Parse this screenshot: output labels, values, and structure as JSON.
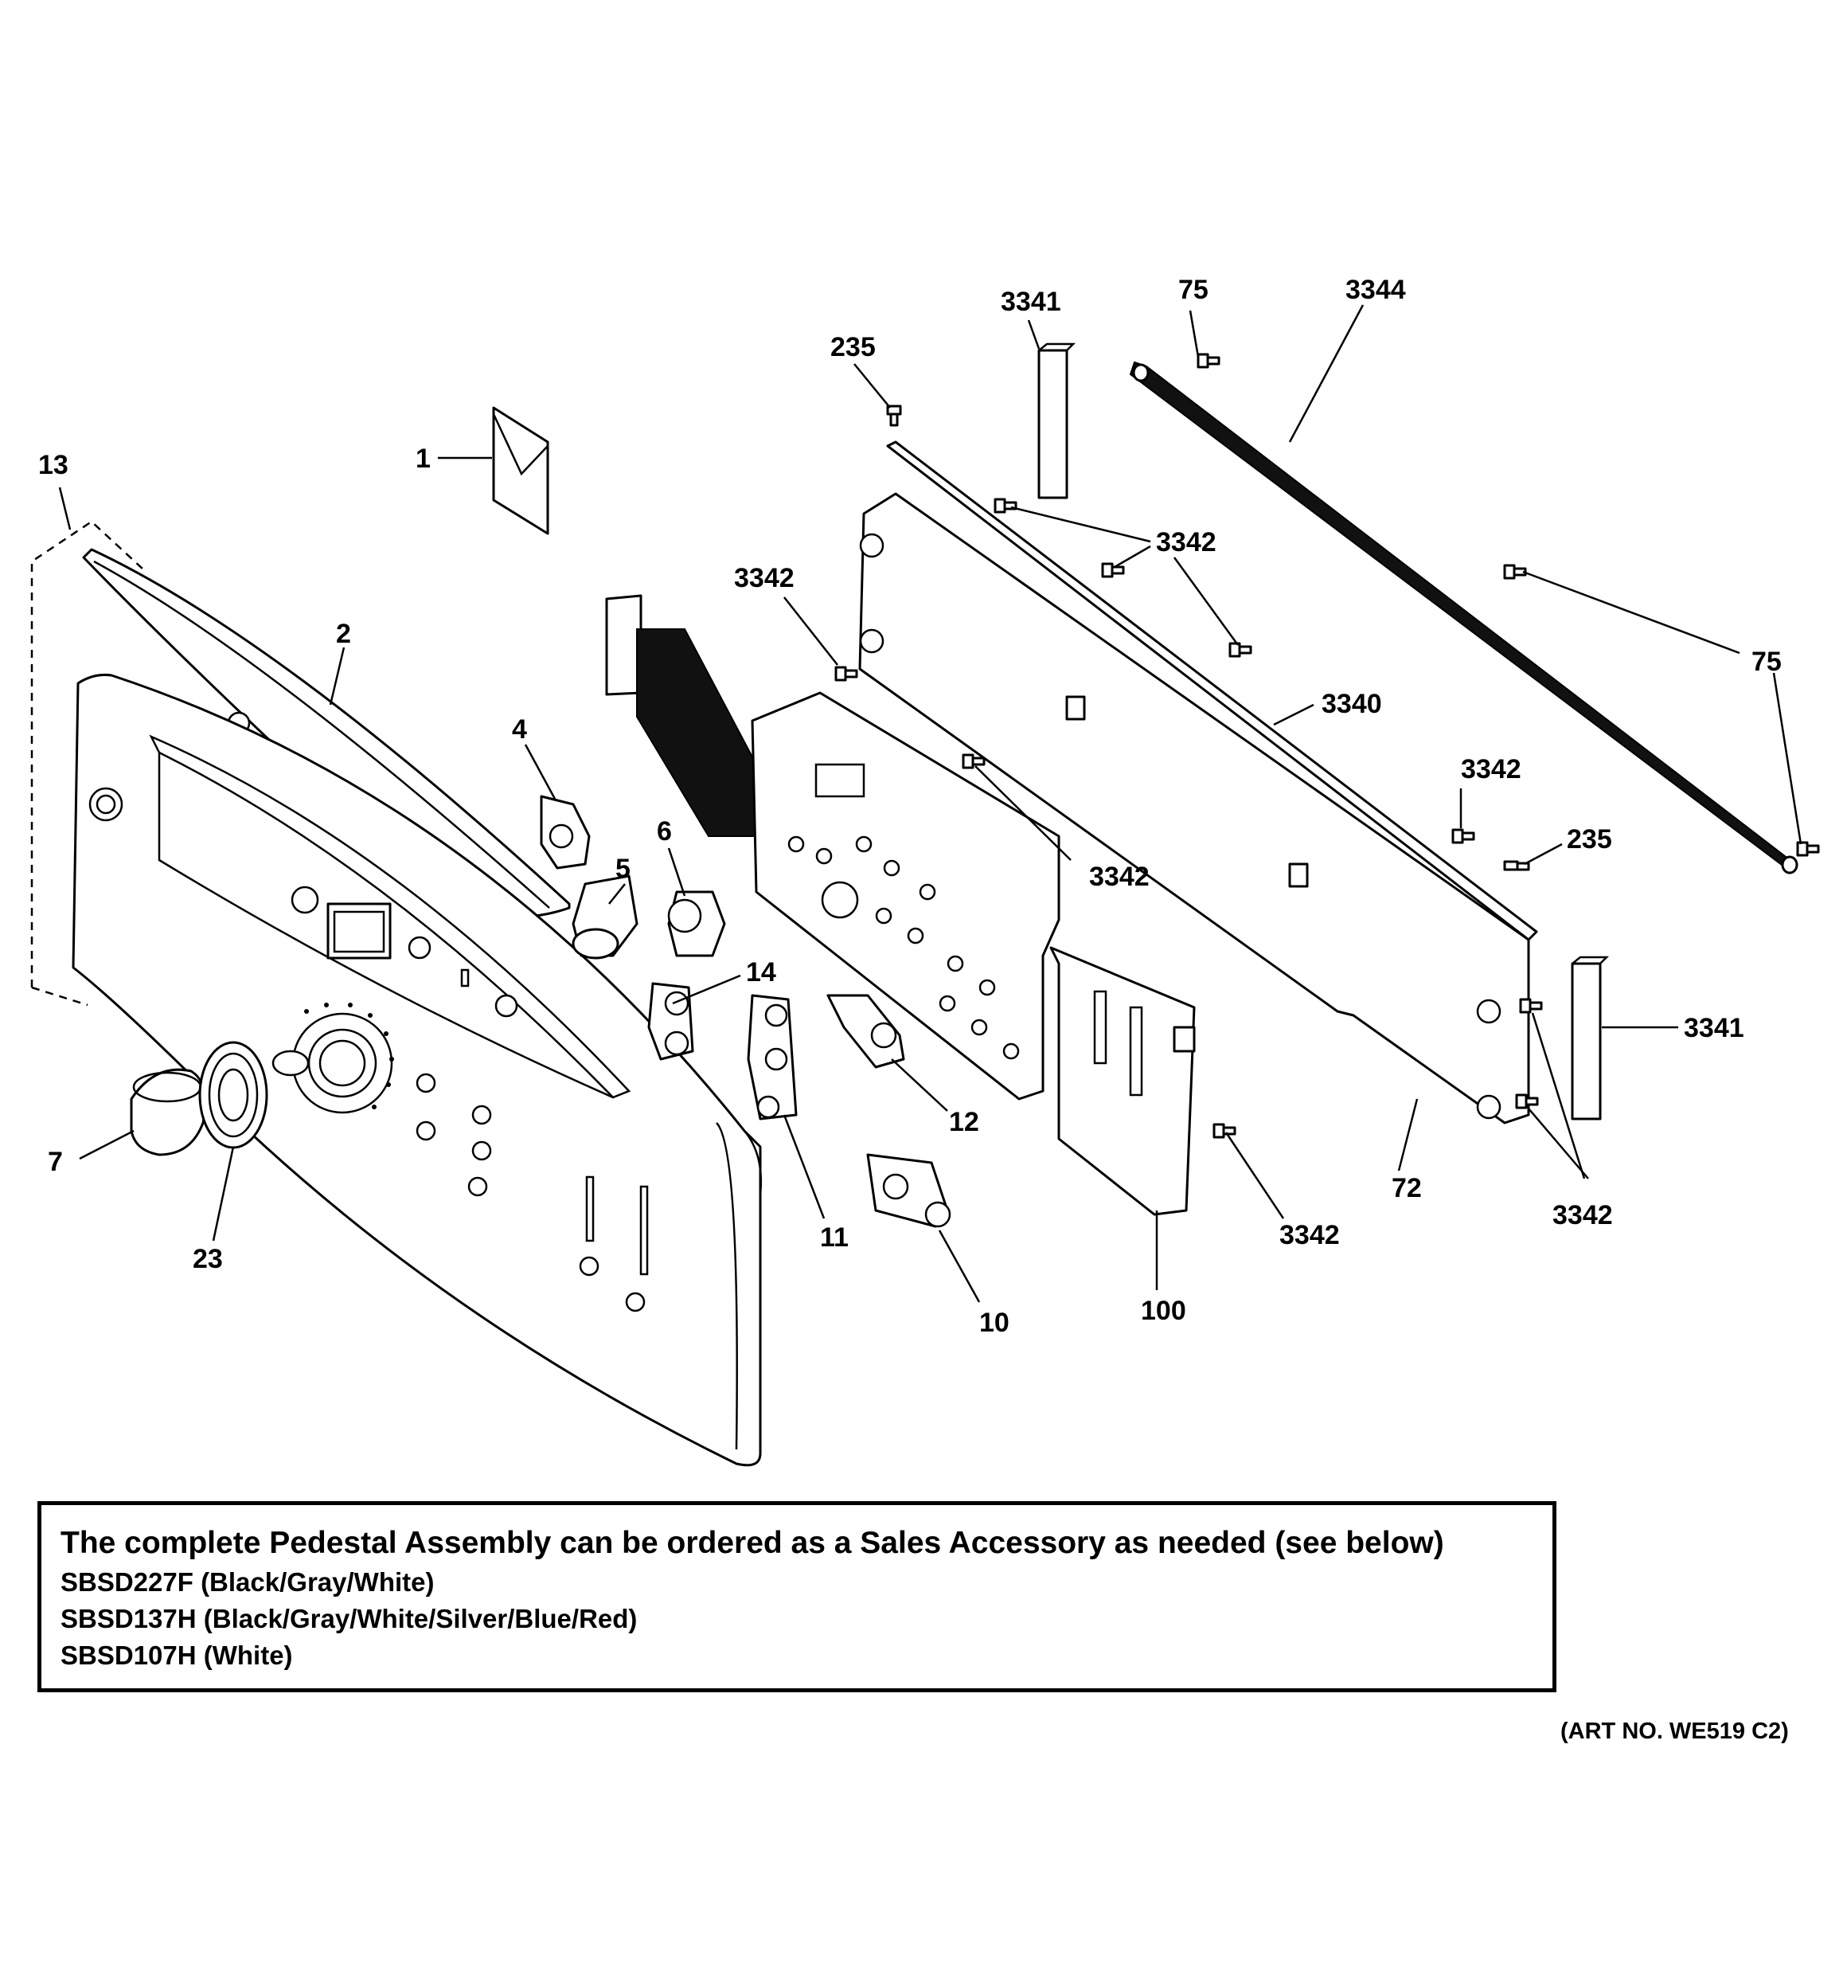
{
  "labels": {
    "p1": "1",
    "p2": "2",
    "p4": "4",
    "p5": "5",
    "p6": "6",
    "p7": "7",
    "p10": "10",
    "p11": "11",
    "p12": "12",
    "p13": "13",
    "p14": "14",
    "p23": "23",
    "p72": "72",
    "p75a": "75",
    "p75b": "75",
    "p100": "100",
    "p235a": "235",
    "p235b": "235",
    "p3340": "3340",
    "p3341a": "3341",
    "p3341b": "3341",
    "p3342a": "3342",
    "p3342b": "3342",
    "p3342c": "3342",
    "p3342d": "3342",
    "p3342e": "3342",
    "p3342f": "3342",
    "p3344": "3344"
  },
  "note": {
    "heading": "The complete Pedestal Assembly can be ordered as a Sales Accessory as needed (see below)",
    "lines": [
      "SBSD227F (Black/Gray/White)",
      "SBSD137H (Black/Gray/White/Silver/Blue/Red)",
      "SBSD107H (White)"
    ]
  },
  "art_number": "(ART NO. WE519 C2)"
}
